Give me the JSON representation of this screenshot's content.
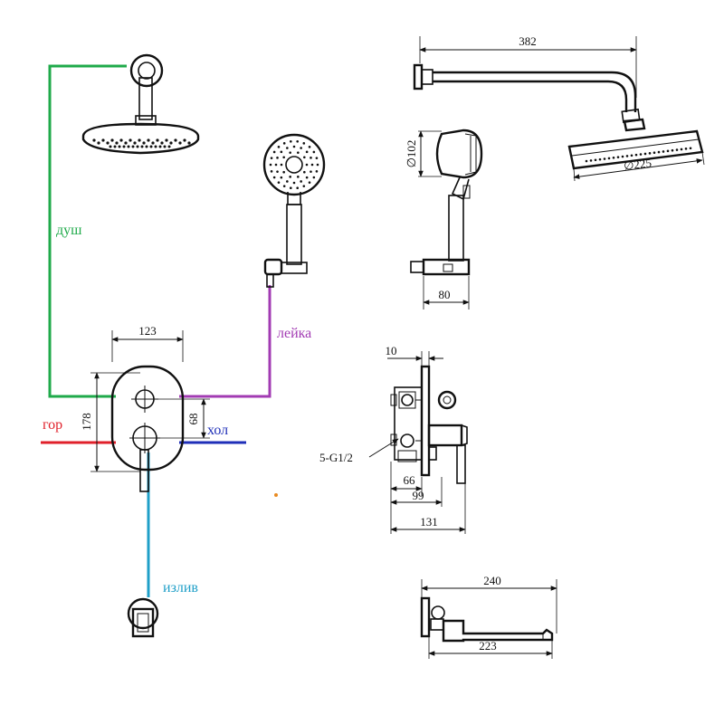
{
  "labels": {
    "shower": "душ",
    "handheld": "лейка",
    "hot": "гор",
    "cold": "хол",
    "spout": "излив"
  },
  "dims": {
    "arm_length": "382",
    "head_diameter": "∅225",
    "handheld_diameter": "∅102",
    "holder_width": "80",
    "plate_width": "123",
    "plate_height": "178",
    "inlet_spacing": "68",
    "wall_offset": "10",
    "thread": "5-G1/2",
    "depth_66": "66",
    "depth_99": "99",
    "depth_131": "131",
    "spout_240": "240",
    "spout_223": "223"
  },
  "colors": {
    "shower": "#1faa4a",
    "handheld": "#a23bb3",
    "hot": "#e0202a",
    "cold": "#1f2fb8",
    "spout": "#1f9fc8",
    "ink": "#111111"
  }
}
